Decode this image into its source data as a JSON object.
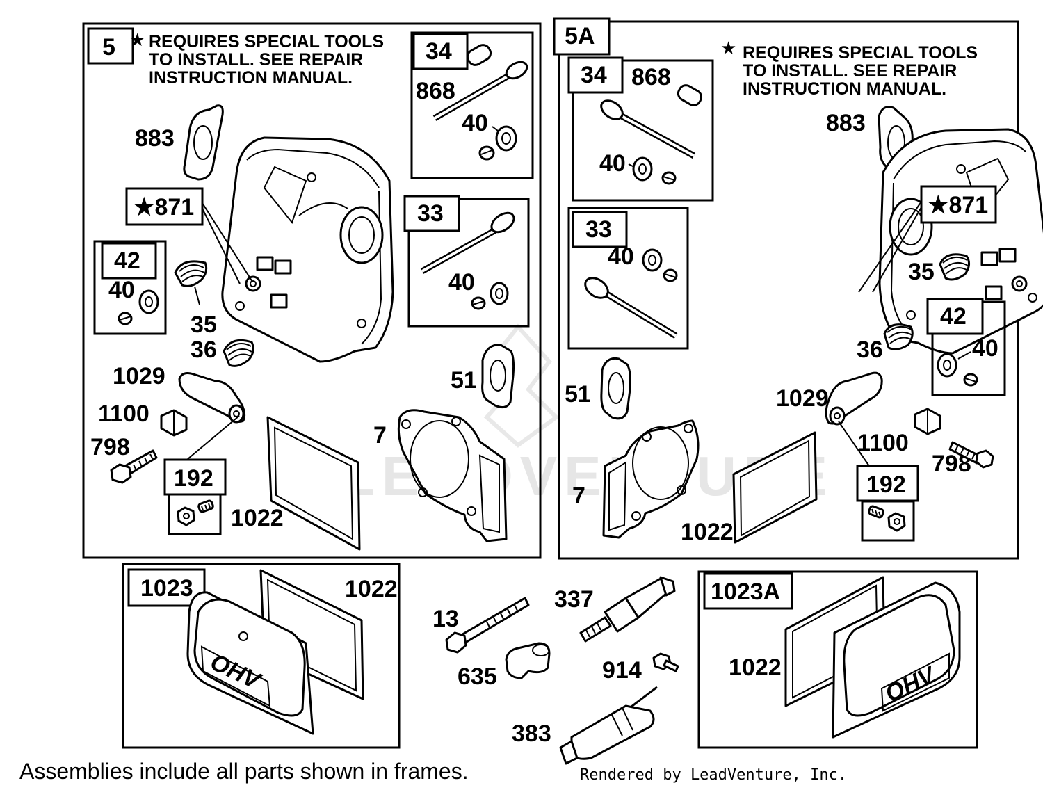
{
  "frames": {
    "assembly_5": {
      "id": "5",
      "note_star": "★",
      "note": [
        "REQUIRES SPECIAL TOOLS",
        "TO INSTALL.  SEE REPAIR",
        "INSTRUCTION MANUAL."
      ],
      "sub_34": {
        "id": "34",
        "parts": [
          "868",
          "40"
        ]
      },
      "sub_33": {
        "id": "33",
        "parts": [
          "40"
        ]
      },
      "sub_42": {
        "id": "42",
        "parts": [
          "40"
        ]
      },
      "sub_871": {
        "id": "★871"
      },
      "sub_192": {
        "id": "192"
      },
      "parts": [
        "883",
        "35",
        "36",
        "1029",
        "1100",
        "798",
        "51",
        "7",
        "1022"
      ]
    },
    "assembly_5A": {
      "id": "5A",
      "note_star": "★",
      "note": [
        "REQUIRES SPECIAL TOOLS",
        "TO INSTALL.  SEE REPAIR",
        "INSTRUCTION MANUAL."
      ],
      "sub_34": {
        "id": "34",
        "parts": [
          "868",
          "40"
        ]
      },
      "sub_33": {
        "id": "33",
        "parts": [
          "40"
        ]
      },
      "sub_42": {
        "id": "42",
        "parts": [
          "40"
        ]
      },
      "sub_871": {
        "id": "★871"
      },
      "sub_192": {
        "id": "192"
      },
      "parts": [
        "883",
        "35",
        "36",
        "1029",
        "1100",
        "798",
        "51",
        "7",
        "1022"
      ]
    },
    "cover_1023": {
      "id": "1023",
      "parts": [
        "1022"
      ],
      "cover_text": "OHV"
    },
    "cover_1023A": {
      "id": "1023A",
      "parts": [
        "1022"
      ],
      "cover_text": "OHV"
    }
  },
  "loose_parts": [
    "13",
    "337",
    "635",
    "914",
    "383"
  ],
  "footer": "Assemblies include all parts shown in frames.",
  "credit": "Rendered by LeadVenture, Inc.",
  "watermark": "LEADVENTURE"
}
